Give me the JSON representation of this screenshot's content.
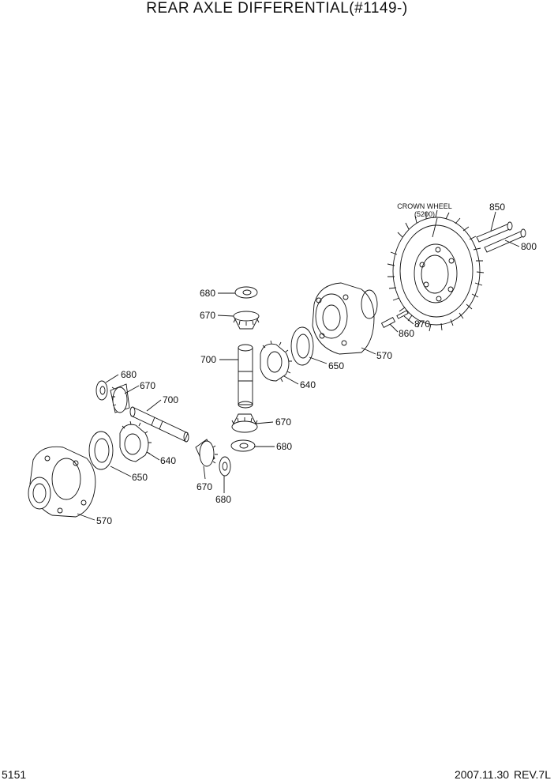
{
  "title": "REAR AXLE DIFFERENTIAL(#1149-)",
  "footer": {
    "page": "5151",
    "date": "2007.11.30",
    "revision": "REV.7L"
  },
  "labels": {
    "crown_wheel": "CROWN WHEEL",
    "crown_wheel_sub": "(5200)",
    "p850": "850",
    "p800": "800",
    "p870": "870",
    "p860": "860",
    "p570_top": "570",
    "p650_top": "650",
    "p640_top": "640",
    "p680_top": "680",
    "p670_top": "670",
    "p700_mid": "700",
    "p670_mid": "670",
    "p680_mid": "680",
    "p680_left": "680",
    "p670_left": "670",
    "p700_left": "700",
    "p640_left": "640",
    "p650_left": "650",
    "p570_left": "570",
    "p670_low": "670",
    "p680_low": "680"
  }
}
